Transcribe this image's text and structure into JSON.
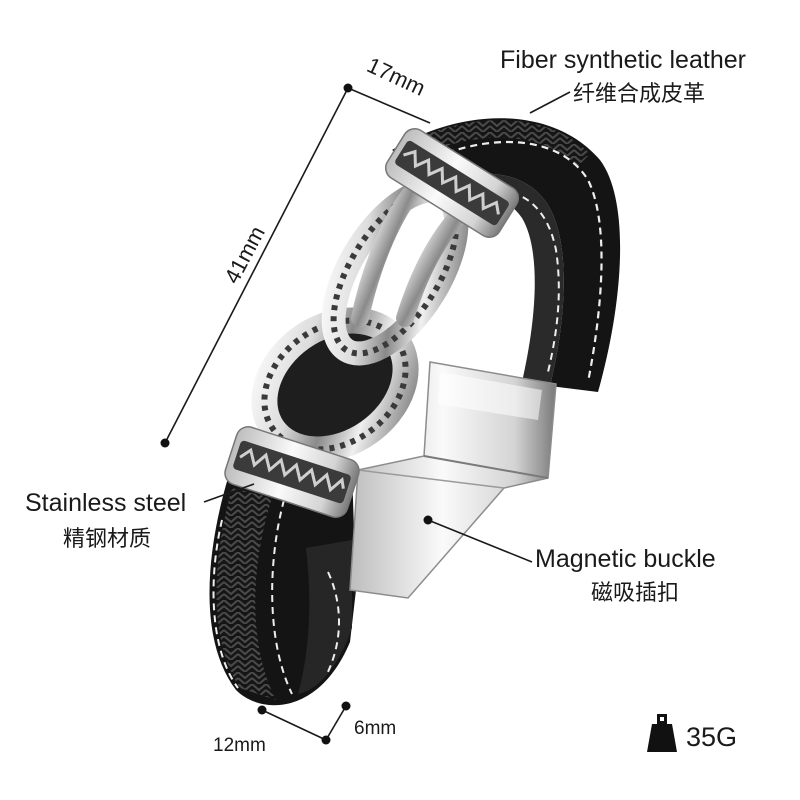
{
  "labels": {
    "dim_width": "17mm",
    "dim_length": "41mm",
    "dim_band_width": "12mm",
    "dim_thickness": "6mm",
    "material_leather_en": "Fiber synthetic leather",
    "material_leather_zh": "纤维合成皮革",
    "material_steel_en": "Stainless steel",
    "material_steel_zh": "精钢材质",
    "buckle_en": "Magnetic buckle",
    "buckle_zh": "磁吸插扣",
    "weight": "35G"
  },
  "icons": {
    "weight": "weight-icon",
    "dimension_marker": "dot-marker"
  },
  "colors": {
    "background": "#ffffff",
    "leather": "#141414",
    "stitching": "#eeeeee",
    "steel": "#c8c8c8",
    "text": "#1a1a1a"
  }
}
